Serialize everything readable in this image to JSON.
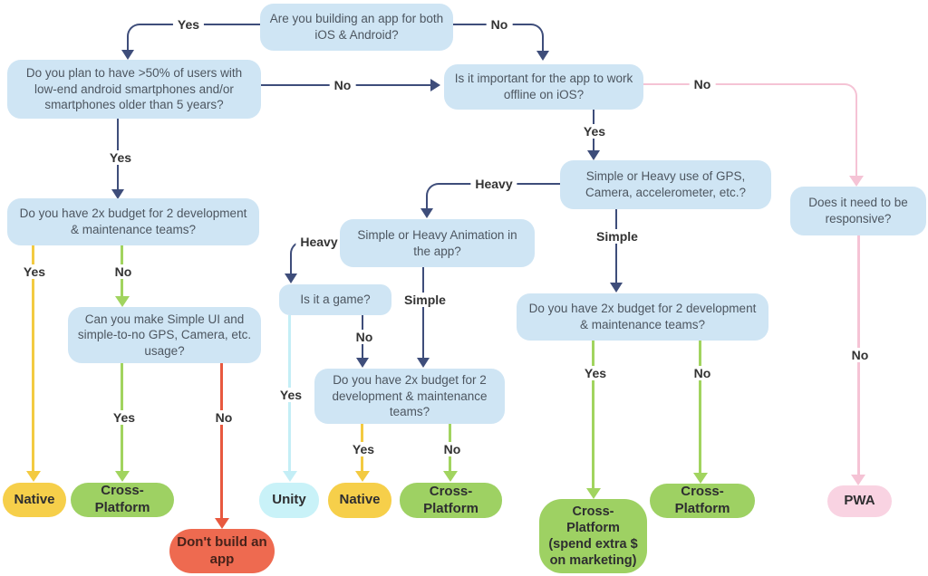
{
  "colors": {
    "question_box": "#cfe5f4",
    "question_text": "#4d5660",
    "arrow_navy": "#3e4d7a",
    "native_yellow": "#f6cf4a",
    "cross_platform_green": "#9ed163",
    "dont_build_red": "#ee6a50",
    "unity_cyan": "#c9f2f8",
    "pwa_pink": "#f9d3e2",
    "pink_line": "#f5c3d5"
  },
  "nodes": {
    "root": {
      "label": "Are you building an app for both iOS & Android?"
    },
    "lowend": {
      "label": "Do you plan to have >50% of users with low-end android smartphones and/or smartphones older than 5 years?"
    },
    "offline": {
      "label": "Is it important for the app to work offline on iOS?"
    },
    "budget_left": {
      "label": "Do you have 2x budget for 2 development & maintenance teams?"
    },
    "gps": {
      "label": "Simple or Heavy use of GPS, Camera, accelerometer, etc.?"
    },
    "animation": {
      "label": "Simple or Heavy Animation in the app?"
    },
    "game": {
      "label": "Is it a game?"
    },
    "simple_ui": {
      "label": "Can you make Simple UI and simple-to-no GPS, Camera, etc. usage?"
    },
    "budget_mid": {
      "label": "Do you have 2x budget for 2 development & maintenance teams?"
    },
    "budget_right": {
      "label": "Do you have 2x budget for 2 development & maintenance teams?"
    },
    "responsive": {
      "label": "Does it need to be responsive?"
    }
  },
  "terminals": {
    "native_left": {
      "label": "Native"
    },
    "cross_platform_left": {
      "label": "Cross-Platform"
    },
    "dont_build": {
      "label": "Don't build an app"
    },
    "unity": {
      "label": "Unity"
    },
    "native_mid": {
      "label": "Native"
    },
    "cross_platform_mid": {
      "label": "Cross-Platform"
    },
    "cross_platform_marketing": {
      "label": "Cross-Platform (spend extra $ on marketing)"
    },
    "cross_platform_right": {
      "label": "Cross-Platform"
    },
    "pwa": {
      "label": "PWA"
    }
  },
  "edge_labels": {
    "root_yes": "Yes",
    "root_no": "No",
    "lowend_no": "No",
    "lowend_yes": "Yes",
    "offline_yes": "Yes",
    "offline_no": "No",
    "gps_heavy": "Heavy",
    "gps_simple": "Simple",
    "animation_heavy": "Heavy",
    "animation_simple": "Simple",
    "game_no": "No",
    "game_yes": "Yes",
    "budget_left_yes": "Yes",
    "budget_left_no": "No",
    "simple_ui_yes": "Yes",
    "simple_ui_no": "No",
    "budget_mid_yes": "Yes",
    "budget_mid_no": "No",
    "budget_right_yes": "Yes",
    "budget_right_no": "No",
    "responsive_no": "No"
  }
}
